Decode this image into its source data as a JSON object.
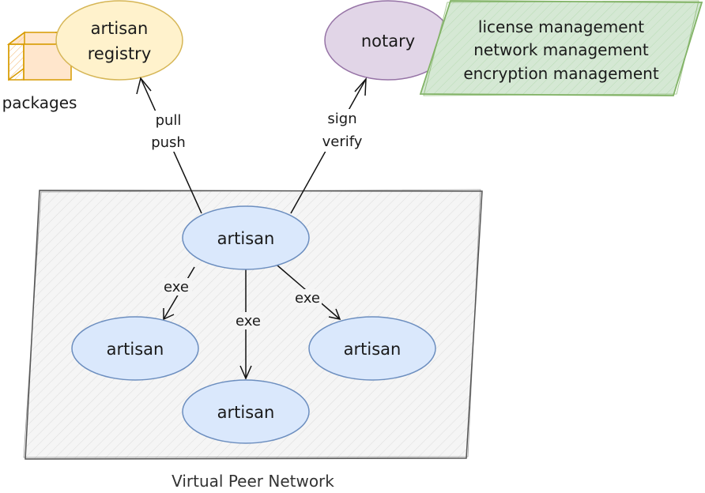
{
  "colors": {
    "registry_fill": "#fff2cc",
    "registry_stroke": "#d6b656",
    "notary_fill": "#e1d5e7",
    "notary_stroke": "#9673a6",
    "artisan_fill": "#dae8fc",
    "artisan_stroke": "#6c8ebf",
    "note_fill": "#d5e8d4",
    "note_stroke": "#82b366",
    "package_fill": "#ffe6cc",
    "package_stroke": "#d79b00",
    "network_fill": "#f5f5f5",
    "network_stroke": "#555555",
    "edge": "#111111"
  },
  "icons": {
    "packages": "box-icon"
  },
  "nodes": {
    "registry": {
      "line1": "artisan",
      "line2": "registry"
    },
    "notary": "notary",
    "artisan_main": "artisan",
    "artisan_left": "artisan",
    "artisan_bottom": "artisan",
    "artisan_right": "artisan"
  },
  "packages_label": "packages",
  "note": {
    "lines": [
      "license management",
      "network management",
      "encryption management"
    ]
  },
  "edges": {
    "registry": {
      "line1": "pull",
      "line2": "push"
    },
    "notary": {
      "line1": "sign",
      "line2": "verify"
    },
    "exe_left": "exe",
    "exe_bottom": "exe",
    "exe_right": "exe"
  },
  "network_caption": "Virtual Peer Network"
}
